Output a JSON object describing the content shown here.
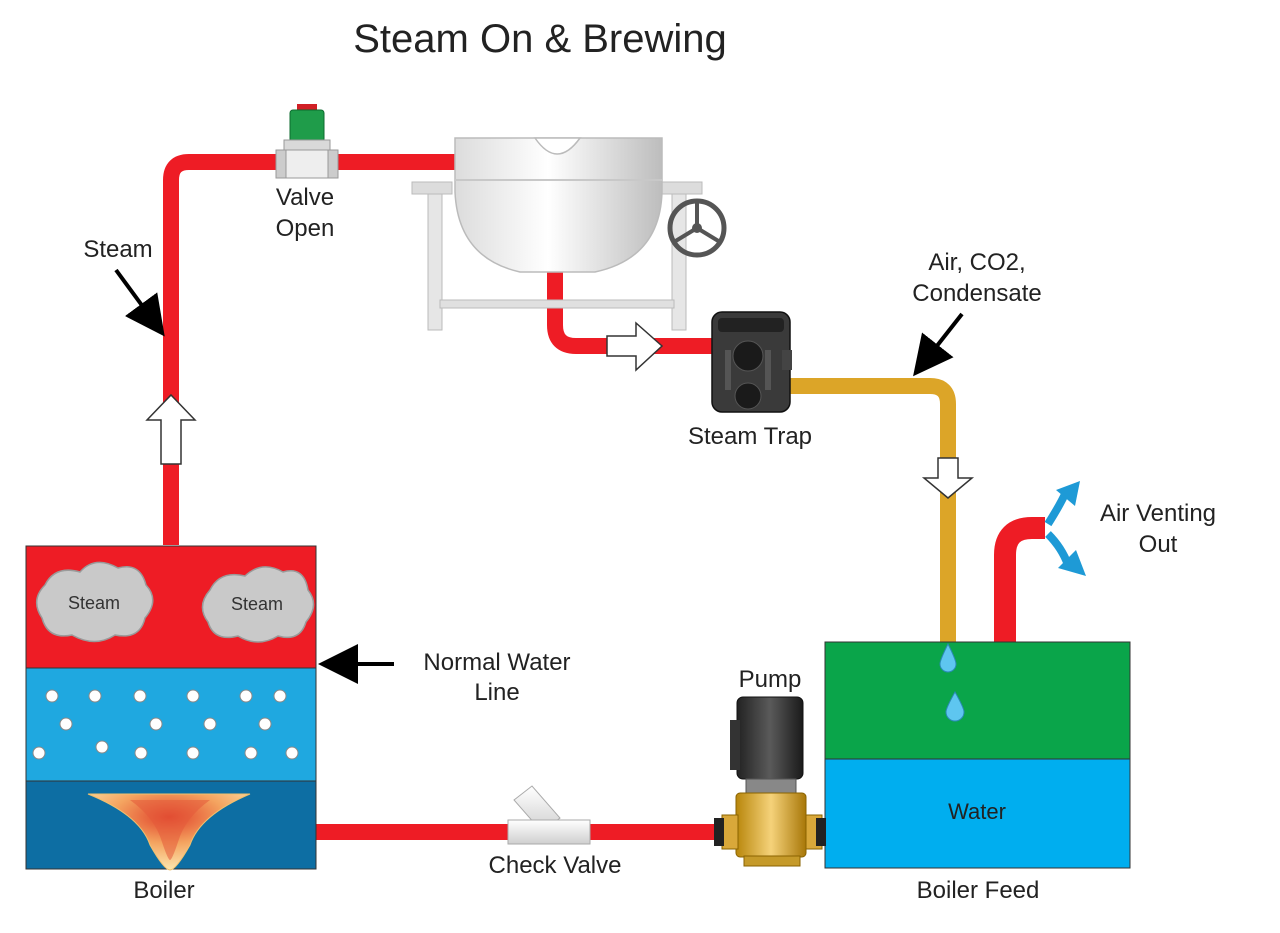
{
  "title": "Steam On & Brewing",
  "labels": {
    "steam": "Steam",
    "valve_line1": "Valve",
    "valve_line2": "Open",
    "air_co2_line1": "Air, CO2,",
    "air_co2_line2": "Condensate",
    "steam_trap": "Steam Trap",
    "air_venting_line1": "Air Venting",
    "air_venting_line2": "Out",
    "normal_water_line1": "Normal Water",
    "normal_water_line2": "Line",
    "pump": "Pump",
    "check_valve": "Check Valve",
    "boiler": "Boiler",
    "boiler_feed": "Boiler Feed",
    "water": "Water",
    "steam_cloud_left": "Steam",
    "steam_cloud_right": "Steam"
  },
  "colors": {
    "steam_pipe": "#ee1c25",
    "condensate_pipe": "#dca528",
    "boiler_steam": "#ee1c25",
    "boiler_water": "#1fa8e0",
    "boiler_fire": "#0d6ea3",
    "feed_tank_top": "#0aa54a",
    "feed_tank_water": "#00aeef",
    "vent_arrow": "#1e9ad6"
  }
}
